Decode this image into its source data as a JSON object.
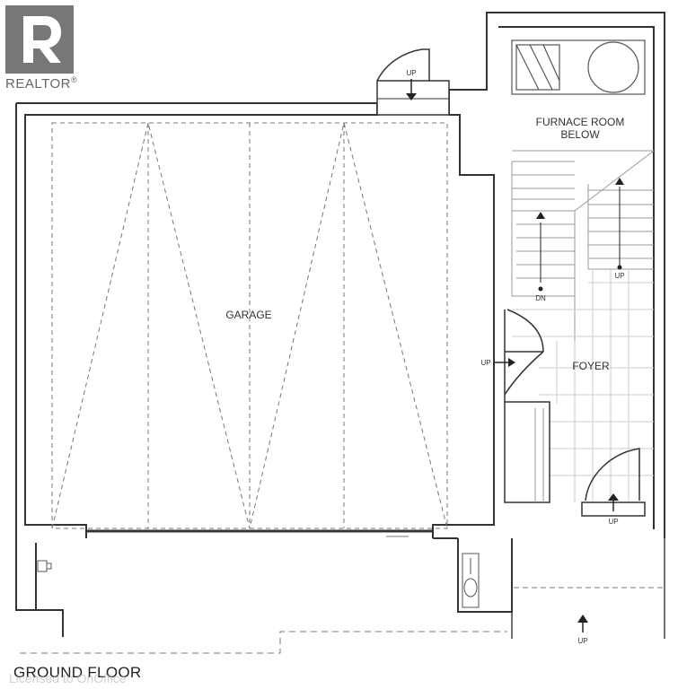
{
  "logo": {
    "name": "REALTOR",
    "mark": "®"
  },
  "labels": {
    "garage": "GARAGE",
    "furnace_line1": "FURNACE ROOM",
    "furnace_line2": "BELOW",
    "foyer": "FOYER",
    "up": "UP",
    "dn": "DN"
  },
  "title": "GROUND FLOOR",
  "watermark": "Licensed to OnOffice"
}
